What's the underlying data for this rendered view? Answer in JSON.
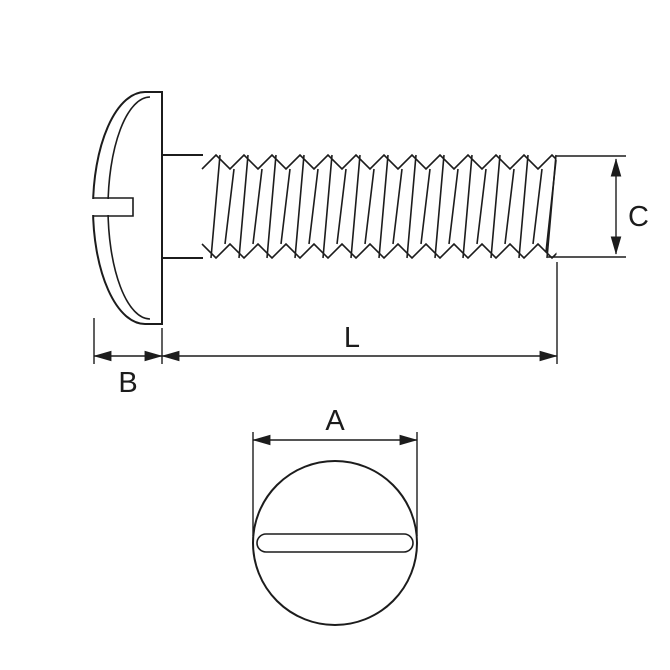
{
  "diagram": {
    "kind": "fastener-technical-drawing",
    "line_color": "#1c1c1c",
    "background": "#ffffff",
    "labels": {
      "A": "A",
      "B": "B",
      "C": "C",
      "L": "L"
    }
  }
}
